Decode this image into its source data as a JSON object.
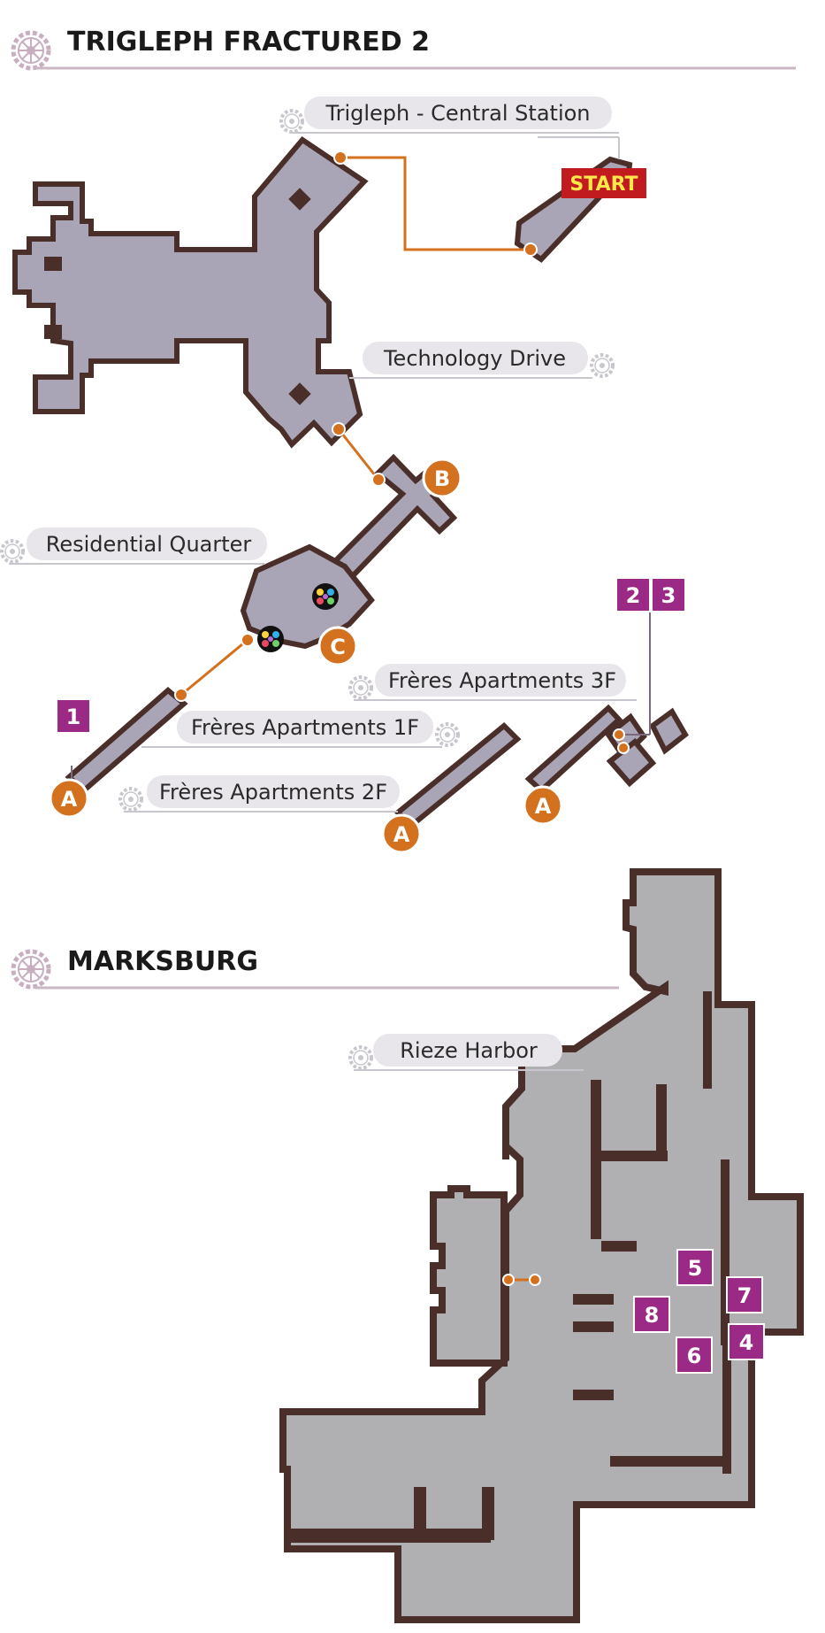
{
  "sections": {
    "trigleph_title": "TRIGLEPH FRACTURED 2",
    "marksburg_title": "MARKSBURG"
  },
  "areas": {
    "central_station": "Trigleph - Central Station",
    "technology_drive": "Technology Drive",
    "residential_quarter": "Residential Quarter",
    "freres_3f": "Frères Apartments 3F",
    "freres_1f": "Frères Apartments 1F",
    "freres_2f": "Frères Apartments 2F",
    "rieze_harbor": "Rieze Harbor"
  },
  "markers": {
    "start": "START",
    "b": "B",
    "c": "C",
    "a": "A"
  },
  "badges": {
    "one": "1",
    "two": "2",
    "three": "3",
    "four": "4",
    "five": "5",
    "six": "6",
    "seven": "7",
    "eight": "8"
  },
  "colors": {
    "trigleph_floor": "#a9a5b6",
    "marksburg_floor": "#b0afb2",
    "wall": "#4a2e2a",
    "route": "#d4711e",
    "badge": "#9a2a85",
    "start_bg": "#c21b1f",
    "pill": "#e8e6ea",
    "heading_rule": "#c9b8c4"
  },
  "icons": {
    "section": "gear-icon",
    "location": "gear-icon",
    "item_cluster": "color-orb-icon"
  }
}
